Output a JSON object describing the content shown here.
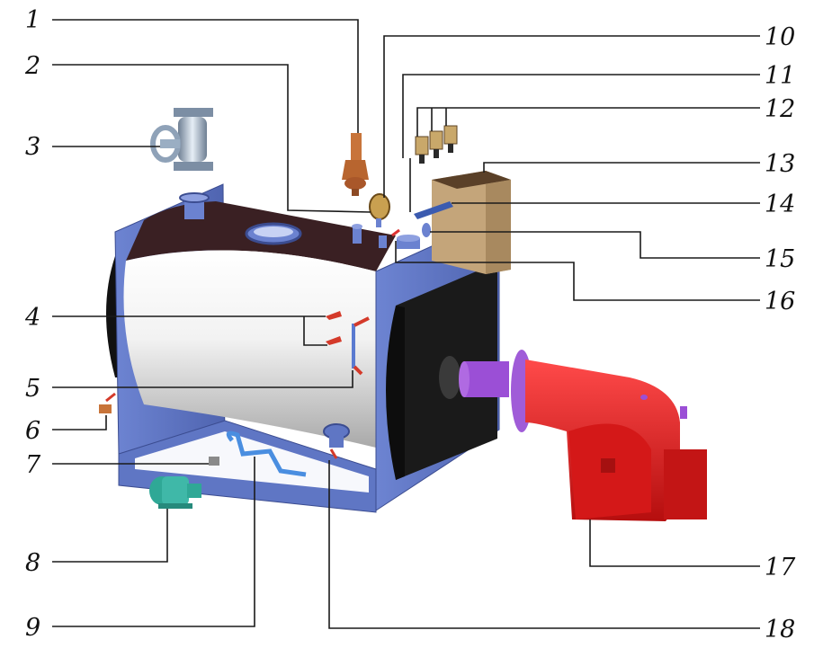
{
  "labels_left": [
    {
      "id": "label-1",
      "text": "1"
    },
    {
      "id": "label-2",
      "text": "2"
    },
    {
      "id": "label-3",
      "text": "3"
    },
    {
      "id": "label-4",
      "text": "4"
    },
    {
      "id": "label-5",
      "text": "5"
    },
    {
      "id": "label-6",
      "text": "6"
    },
    {
      "id": "label-7",
      "text": "7"
    },
    {
      "id": "label-8",
      "text": "8"
    },
    {
      "id": "label-9",
      "text": "9"
    }
  ],
  "labels_right": [
    {
      "id": "label-10",
      "text": "10"
    },
    {
      "id": "label-11",
      "text": "11"
    },
    {
      "id": "label-12",
      "text": "12"
    },
    {
      "id": "label-13",
      "text": "13"
    },
    {
      "id": "label-14",
      "text": "14"
    },
    {
      "id": "label-15",
      "text": "15"
    },
    {
      "id": "label-16",
      "text": "16"
    },
    {
      "id": "label-17",
      "text": "17"
    },
    {
      "id": "label-18",
      "text": "18"
    }
  ],
  "colors": {
    "frame": "#5f76c4",
    "shell_light": "#f4f4f4",
    "shell_dark": "#9a9a9a",
    "top_dark": "#3a1f22",
    "burner": "#e02020",
    "burner_flange": "#9b4fd6",
    "panel": "#c8a878",
    "valve_brass": "#c8743a",
    "pump": "#3fb8a8"
  }
}
